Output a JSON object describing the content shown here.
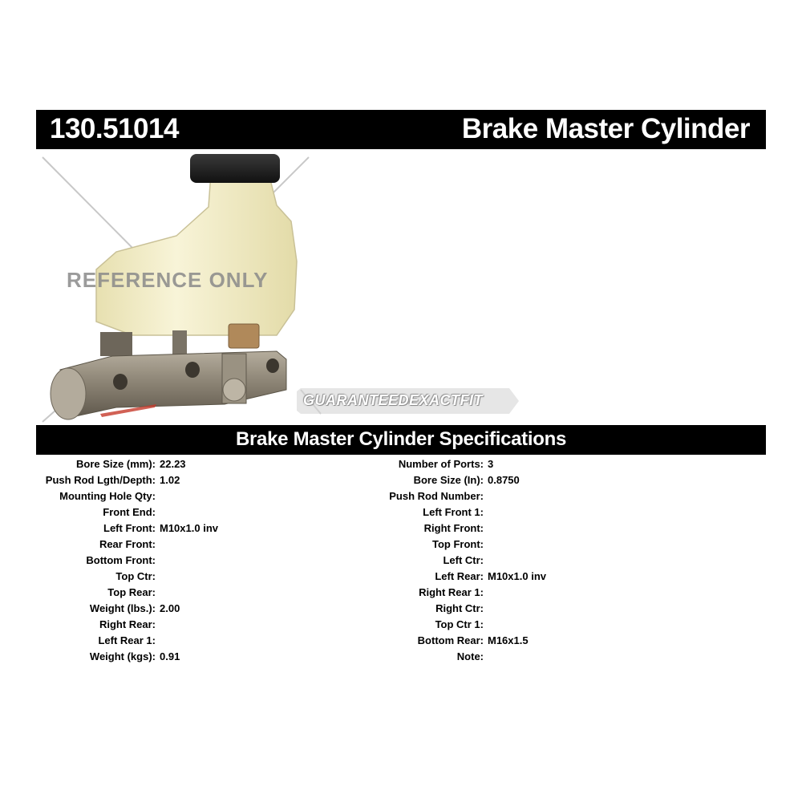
{
  "header": {
    "part_number": "130.51014",
    "title": "Brake Master Cylinder"
  },
  "watermarks": {
    "reference": "REFERENCE ONLY",
    "guarantee": "GUARANTEEDEXACTFIT"
  },
  "specs": {
    "title": "Brake Master Cylinder Specifications",
    "left": [
      {
        "label": "Bore Size (mm):",
        "value": "22.23"
      },
      {
        "label": "Push Rod Lgth/Depth:",
        "value": "1.02"
      },
      {
        "label": "Mounting Hole Qty:",
        "value": ""
      },
      {
        "label": "Front End:",
        "value": ""
      },
      {
        "label": "Left Front:",
        "value": "M10x1.0 inv"
      },
      {
        "label": "Rear Front:",
        "value": ""
      },
      {
        "label": "Bottom Front:",
        "value": ""
      },
      {
        "label": "Top Ctr:",
        "value": ""
      },
      {
        "label": "Top Rear:",
        "value": ""
      },
      {
        "label": "Weight (lbs.):",
        "value": "2.00"
      },
      {
        "label": "Right Rear:",
        "value": ""
      },
      {
        "label": "Left Rear 1:",
        "value": ""
      },
      {
        "label": "Weight (kgs):",
        "value": "0.91"
      }
    ],
    "right": [
      {
        "label": "Number of Ports:",
        "value": "3"
      },
      {
        "label": "Bore Size (In):",
        "value": "0.8750"
      },
      {
        "label": "Push Rod Number:",
        "value": ""
      },
      {
        "label": "Left Front 1:",
        "value": ""
      },
      {
        "label": "Right Front:",
        "value": ""
      },
      {
        "label": "Top Front:",
        "value": ""
      },
      {
        "label": "Left Ctr:",
        "value": ""
      },
      {
        "label": "Left Rear:",
        "value": "M10x1.0 inv"
      },
      {
        "label": "Right Rear 1:",
        "value": ""
      },
      {
        "label": "Right Ctr:",
        "value": ""
      },
      {
        "label": "Top Ctr 1:",
        "value": ""
      },
      {
        "label": "Bottom Rear:",
        "value": "M16x1.5"
      },
      {
        "label": "Note:",
        "value": ""
      }
    ]
  },
  "colors": {
    "bar": "#000000",
    "reservoir": "#f4efc8",
    "cap": "#1c1c1c",
    "body_metal": "#8e8678",
    "connector": "#b0895a"
  }
}
